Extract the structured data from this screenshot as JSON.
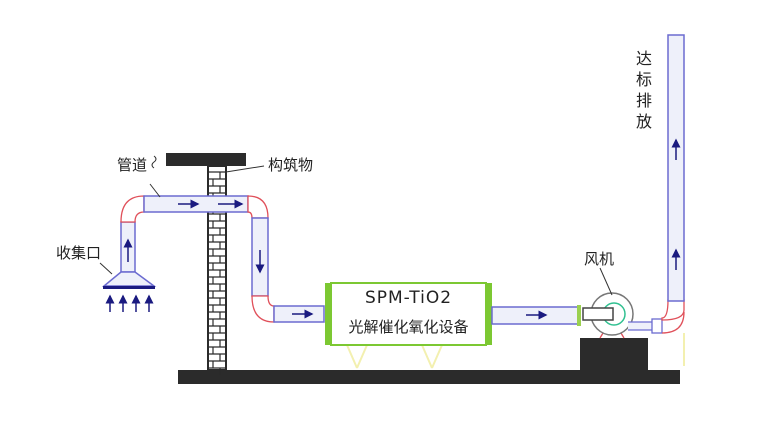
{
  "labels": {
    "collector": "收集口",
    "duct": "管道",
    "structure": "构筑物",
    "fan": "风机",
    "discharge": "达标排放"
  },
  "device": {
    "model": "SPM-TiO2",
    "name": "光解催化氧化设备"
  },
  "colors": {
    "pipe_border": "#6b6bd0",
    "pipe_fill": "#eef0fa",
    "bend": "#e0505a",
    "arrow": "#1a1a80",
    "device_border": "#7cc832",
    "base": "#2b2b2b"
  }
}
